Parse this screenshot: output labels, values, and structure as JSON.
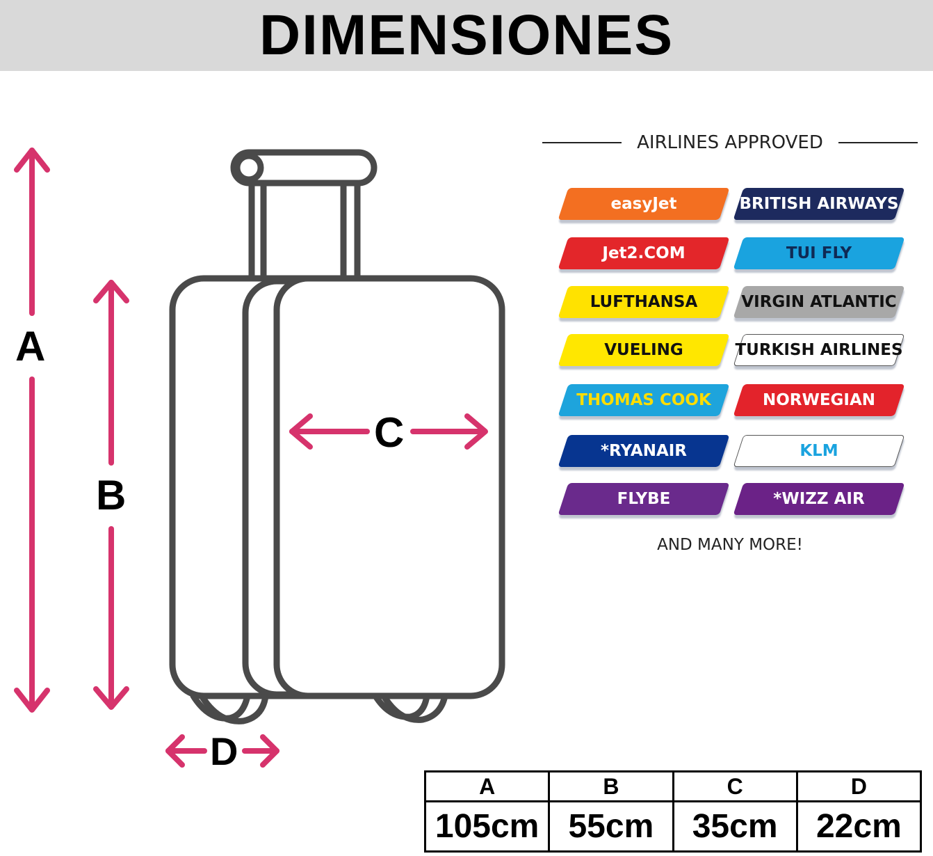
{
  "header": {
    "title": "DIMENSIONES"
  },
  "labels": {
    "a": "A",
    "b": "B",
    "c": "C",
    "d": "D"
  },
  "colors": {
    "arrow": "#d6336c",
    "outline": "#4a4a4a",
    "header_bg": "#d9d9d9"
  },
  "airlines": {
    "title": "AIRLINES APPROVED",
    "more": "AND MANY MORE!",
    "items": [
      {
        "name": "easyJet",
        "bg": "#f36f21",
        "fg": "#ffffff"
      },
      {
        "name": "BRITISH AIRWAYS",
        "bg": "#1d2a5e",
        "fg": "#ffffff"
      },
      {
        "name": "Jet2.COM",
        "bg": "#e3262a",
        "fg": "#ffffff"
      },
      {
        "name": "TUI FLY",
        "bg": "#1aa3df",
        "fg": "#0f2a55"
      },
      {
        "name": "LUFTHANSA",
        "bg": "#ffe200",
        "fg": "#111111"
      },
      {
        "name": "VIRGIN ATLANTIC",
        "bg": "#a8a8a8",
        "fg": "#111111"
      },
      {
        "name": "VUELING",
        "bg": "#ffe700",
        "fg": "#111111"
      },
      {
        "name": "TURKISH AIRLINES",
        "bg": "#ffffff",
        "fg": "#111111"
      },
      {
        "name": "THOMAS COOK",
        "bg": "#1ea4dc",
        "fg": "#ffdd00"
      },
      {
        "name": "NORWEGIAN",
        "bg": "#e3232b",
        "fg": "#ffffff"
      },
      {
        "name": "*RYANAIR",
        "bg": "#073590",
        "fg": "#ffffff"
      },
      {
        "name": "KLM",
        "bg": "#ffffff",
        "fg": "#1aa3df"
      },
      {
        "name": "FLYBE",
        "bg": "#6a2a8c",
        "fg": "#ffffff"
      },
      {
        "name": "*WIZZ AIR",
        "bg": "#6b2287",
        "fg": "#ffffff"
      }
    ]
  },
  "table": {
    "headers": [
      "A",
      "B",
      "C",
      "D"
    ],
    "values": [
      "105cm",
      "55cm",
      "35cm",
      "22cm"
    ]
  }
}
